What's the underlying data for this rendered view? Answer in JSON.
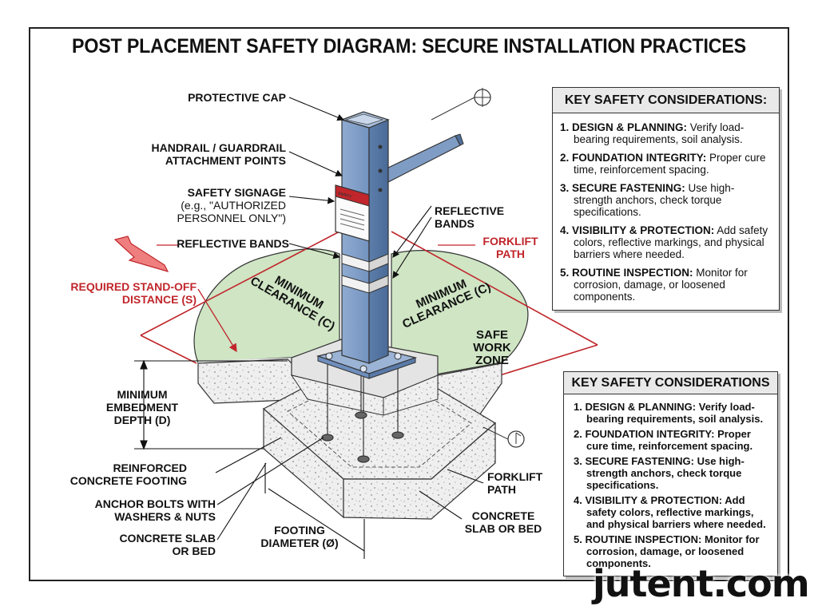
{
  "title": "POST PLACEMENT SAFETY DIAGRAM: SECURE INSTALLATION PRACTICES",
  "labels": {
    "protective_cap": "PROTECTIVE CAP",
    "handrail_1": "HANDRAIL / GUARDRAIL",
    "handrail_2": "ATTACHMENT POINTS",
    "signage_1": "SAFETY SIGNAGE",
    "signage_2": "(e.g., \"AUTHORIZED",
    "signage_3": "PERSONNEL ONLY\")",
    "reflective_bands_left": "REFLECTIVE BANDS",
    "reflective_bands_right_1": "REFLECTIVE",
    "reflective_bands_right_2": "BANDS",
    "forklift_path_red_1": "FORKLIFT",
    "forklift_path_red_2": "PATH",
    "standoff_1": "REQUIRED STAND-OFF",
    "standoff_2": "DISTANCE (S)",
    "min_clearance_left_1": "MINIMUM",
    "min_clearance_left_2": "CLEARANCE (C)",
    "min_clearance_right_1": "MINIMUM",
    "min_clearance_right_2": "CLEARANCE (C)",
    "safe_zone_1": "SAFE",
    "safe_zone_2": "WORK",
    "safe_zone_3": "ZONE",
    "embedment_1": "MINIMUM",
    "embedment_2": "EMBEDMENT",
    "embedment_3": "DEPTH (D)",
    "footing_1": "REINFORCED",
    "footing_2": "CONCRETE FOOTING",
    "anchor_1": "ANCHOR BOLTS WITH",
    "anchor_2": "WASHERS & NUTS",
    "slab_left_1": "CONCRETE SLAB",
    "slab_left_2": "OR BED",
    "diameter_1": "FOOTING",
    "diameter_2": "DIAMETER (Ø)",
    "forklift_path_black_1": "FORKLIFT",
    "forklift_path_black_2": "PATH",
    "slab_right_1": "CONCRETE",
    "slab_right_2": "SLAB OR BED",
    "sign_header": "SAFETY"
  },
  "box1": {
    "heading": "KEY SAFETY CONSIDERATIONS:",
    "items": [
      {
        "lead": "1. DESIGN & PLANNING:",
        "text": " Verify load-bearing requirements, soil analysis."
      },
      {
        "lead": "2. FOUNDATION INTEGRITY:",
        "text": " Proper cure time, reinforcement spacing."
      },
      {
        "lead": "3. SECURE FASTENING:",
        "text": " Use high-strength anchors, check torque specifications."
      },
      {
        "lead": "4. VISIBILITY & PROTECTION:",
        "text": " Add safety colors, reflective markings, and physical barriers where needed."
      },
      {
        "lead": "5. ROUTINE INSPECTION:",
        "text": " Monitor for corrosion, damage, or loosened components."
      }
    ]
  },
  "box2": {
    "heading": "KEY SAFETY CONSIDERATIONS",
    "items": [
      "1. DESIGN & PLANNING: Verify load-bearing requirements, soil analysis.",
      "2. FOUNDATION INTEGRITY: Proper cure time, reinforcement spacing.",
      "3. SECURE FASTENING: Use high-strength anchors, check torque specifications.",
      "4. VISIBILITY & PROTECTION: Add safety colors, reflective markings, and physical barriers where needed.",
      "5. ROUTINE INSPECTION: Monitor for corrosion, damage, or loosened components."
    ]
  },
  "watermark": "jutent.com",
  "colors": {
    "post_blue": "#7f9cc4",
    "post_dark": "#4f6f9a",
    "zone_green": "#cfe5c4",
    "concrete": "#ededed",
    "red": "#c0262b"
  }
}
